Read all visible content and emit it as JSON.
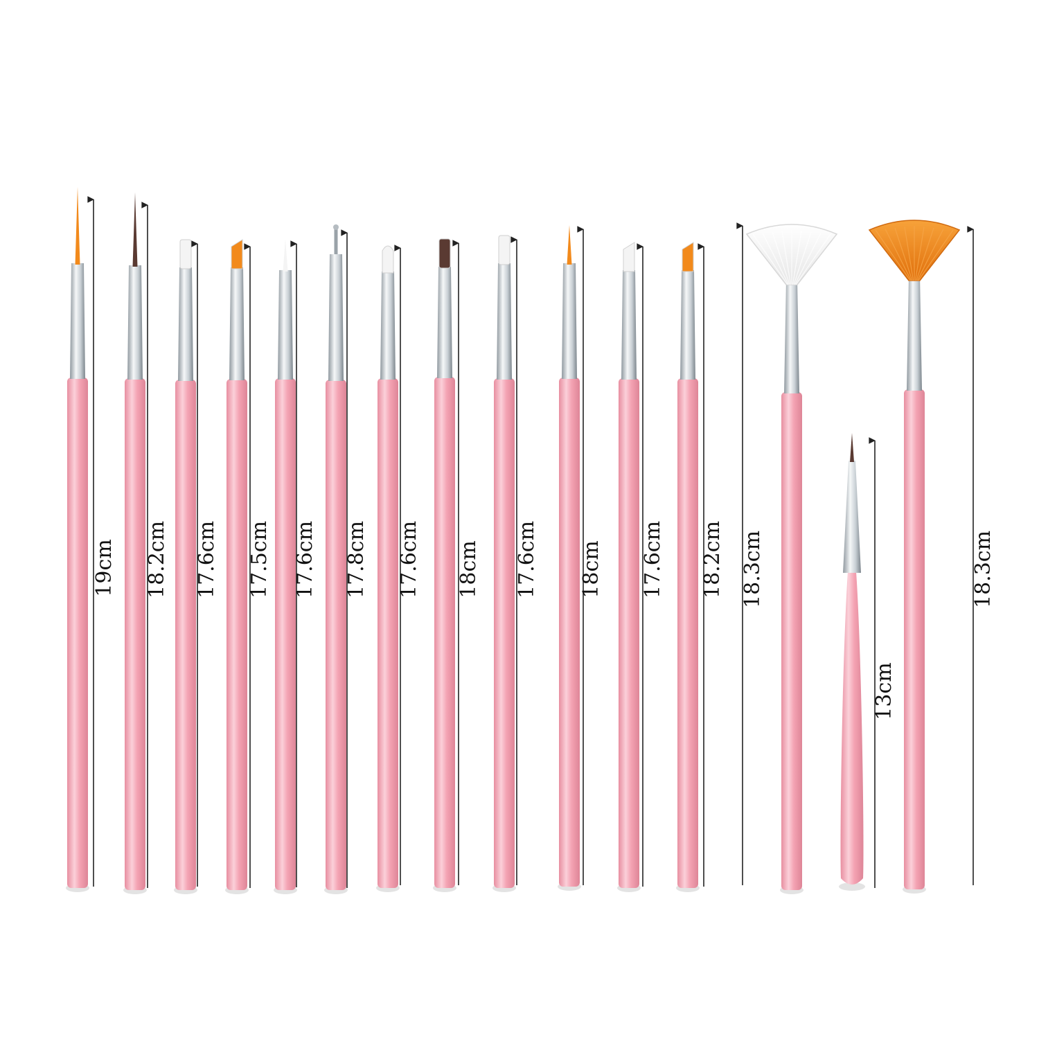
{
  "colors": {
    "background": "#ffffff",
    "handle": "#f4a3b3",
    "handle_highlight": "#fbd0d9",
    "handle_shadow": "#e68fa1",
    "ferrule": "#d7dde2",
    "ferrule_shadow": "#8f989f",
    "bristle_orange": "#f28a1c",
    "bristle_white": "#f4f4f4",
    "bristle_brown": "#5a3a32",
    "measure_line": "#222222"
  },
  "brushes": [
    {
      "label": "19cm",
      "tip": "liner",
      "bristle": "orange"
    },
    {
      "label": "18.2cm",
      "tip": "liner",
      "bristle": "brown"
    },
    {
      "label": "17.6cm",
      "tip": "flat",
      "bristle": "white"
    },
    {
      "label": "17.5cm",
      "tip": "angled",
      "bristle": "orange"
    },
    {
      "label": "17.6cm",
      "tip": "liner",
      "bristle": "white"
    },
    {
      "label": "17.8cm",
      "tip": "dotting",
      "bristle": "none"
    },
    {
      "label": "17.6cm",
      "tip": "round",
      "bristle": "white"
    },
    {
      "label": "18cm",
      "tip": "flat",
      "bristle": "brown"
    },
    {
      "label": "17.6cm",
      "tip": "flat",
      "bristle": "white"
    },
    {
      "label": "18cm",
      "tip": "liner",
      "bristle": "orange"
    },
    {
      "label": "17.6cm",
      "tip": "angled",
      "bristle": "white"
    },
    {
      "label": "18.2cm",
      "tip": "angled",
      "bristle": "orange"
    },
    {
      "label": "18.3cm",
      "tip": "fan",
      "bristle": "white"
    },
    {
      "label": "13cm",
      "tip": "short-liner",
      "bristle": "brown"
    },
    {
      "label": "18.3cm",
      "tip": "fan",
      "bristle": "orange"
    }
  ]
}
